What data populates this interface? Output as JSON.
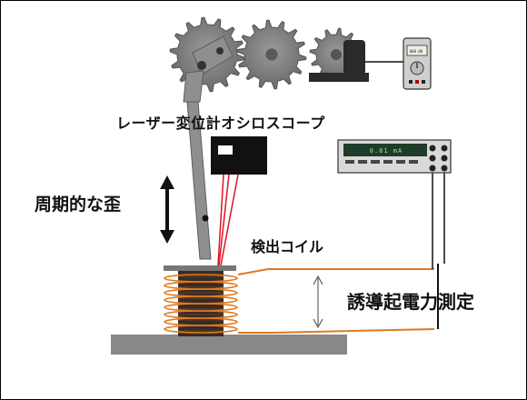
{
  "labels": {
    "laser_oscilloscope": "レーザー変位計オシロスコープ",
    "periodic_strain": "周期的な歪",
    "detection_coil": "検出コイル",
    "induced_emf_measurement": "誘導起電力測定"
  },
  "instruments": {
    "oscilloscope_display": "0.01 mA",
    "meter_display": "000.00"
  },
  "colors": {
    "laser_beam": "#e0141e",
    "coil_wire": "#e07a20",
    "gear": "#777777",
    "stage": "#888888",
    "core": "#3a2a22"
  },
  "icons": [
    "gear-icon",
    "motor-icon",
    "multimeter-icon",
    "laser-sensor-icon",
    "oscilloscope-icon",
    "double-arrow-icon"
  ]
}
